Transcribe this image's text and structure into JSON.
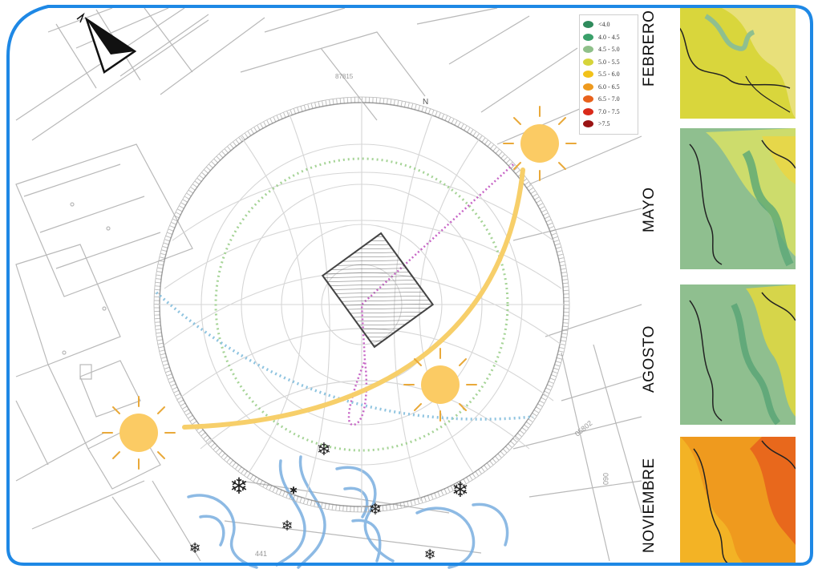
{
  "map_labels": {
    "parcel_top": "87815",
    "parcel_right_1": "05802",
    "parcel_right_2": "060",
    "parcel_bottom": "441",
    "compass_letter": "N"
  },
  "legend": {
    "items": [
      {
        "label": "<4.0",
        "color": "#2f8b5c"
      },
      {
        "label": "4.0 - 4.5",
        "color": "#3aa06a"
      },
      {
        "label": "4.5 - 5.0",
        "color": "#8fc08a"
      },
      {
        "label": "5.0 - 5.5",
        "color": "#d6d43a"
      },
      {
        "label": "5.5 - 6.0",
        "color": "#f2c21a"
      },
      {
        "label": "6.0 - 6.5",
        "color": "#ee9a1e"
      },
      {
        "label": "6.5 - 7.0",
        "color": "#e8621c"
      },
      {
        "label": "7.0 - 7.5",
        "color": "#d92a1a"
      },
      {
        "label": ">7.5",
        "color": "#9a1414"
      }
    ]
  },
  "panels": [
    {
      "title": "FEBRERO",
      "land": "#d9d63c",
      "pale": "#e8e07a",
      "patch": "#8fbf8f",
      "accent": "#f2c11e"
    },
    {
      "title": "MAYO",
      "land": "#8fbf8f",
      "pale": "#cddc6c",
      "patch": "#e6d74a",
      "accent": "#5aa777"
    },
    {
      "title": "AGOSTO",
      "land": "#8fbf8f",
      "pale": "#9cc793",
      "patch": "#d6d54a",
      "accent": "#4f9f70"
    },
    {
      "title": "NOVIEMBRE",
      "land": "#ef9a1e",
      "pale": "#f3b325",
      "patch": "#e8681c",
      "accent": "#f2c21a"
    }
  ],
  "colors": {
    "sun": "#fbcb64",
    "sun_ray": "#e9a93a",
    "sun_path": "#f7cf6a",
    "border": "#1e88e5",
    "building": "#555555",
    "green_circle": "#9ccf8c",
    "blue_line": "#8fc4e0",
    "pink_line": "#c766c6",
    "wind": "#7aaee0"
  }
}
